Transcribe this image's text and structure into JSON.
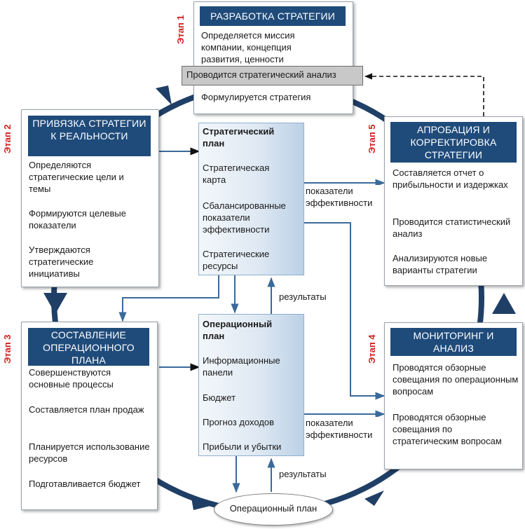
{
  "stages": {
    "s1": {
      "label": "Этап 1",
      "title": "РАЗРАБОТКА СТРАТЕГИИ",
      "items": [
        "Определяется миссия компании, концепция развития, ценности",
        "Формулируется стратегия"
      ],
      "highlight": "Проводится стратегический анализ"
    },
    "s2": {
      "label": "Этап 2",
      "title": "ПРИВЯЗКА СТРАТЕГИИ К РЕАЛЬНОСТИ",
      "items": [
        "Определяются стратегические цели и темы",
        "Формируются целевые показатели",
        "Утверждаются стратегические инициативы"
      ]
    },
    "s3": {
      "label": "Этап 3",
      "title": "СОСТАВЛЕНИЕ ОПЕРАЦИОННОГО ПЛАНА",
      "items": [
        "Совершенствуются основные процессы",
        "Составляется план продаж",
        "Планируется использование ресурсов",
        "Подготавливается бюджет"
      ]
    },
    "s4": {
      "label": "Этап 4",
      "title": "МОНИТОРИНГ И АНАЛИЗ",
      "items": [
        "Проводятся обзорные совещания по операционным вопросам",
        "Проводятся обзорные совещания по стратегическим вопросам"
      ]
    },
    "s5": {
      "label": "Этап 5",
      "title": "АПРОБАЦИЯ И КОРРЕКТИРОВКА СТРАТЕГИИ",
      "items": [
        "Составляется отчет о прибыльности и издержках",
        "Проводится статистический анализ",
        "Анализируются новые варианты стратегии"
      ]
    }
  },
  "strategic_plan": {
    "title": "Стратегический план",
    "items": [
      "Стратегическая карта",
      "Сбалансированные показатели эффективности",
      "Стратегические ресурсы"
    ]
  },
  "operational_plan": {
    "title": "Операционный план",
    "items": [
      "Информационные панели",
      "Бюджет",
      "Прогноз доходов",
      "Прибыли и убытки"
    ]
  },
  "labels": {
    "kpi_top": "показатели эффективности",
    "kpi_bottom": "показатели эффективности",
    "results_mid": "результаты",
    "results_bottom": "результаты"
  },
  "oval": "Операционный план",
  "colors": {
    "header": "#1f4b7a",
    "cycle": "#1f3f66",
    "stage_label": "#d42020",
    "arrow": "#3a6a9a"
  }
}
